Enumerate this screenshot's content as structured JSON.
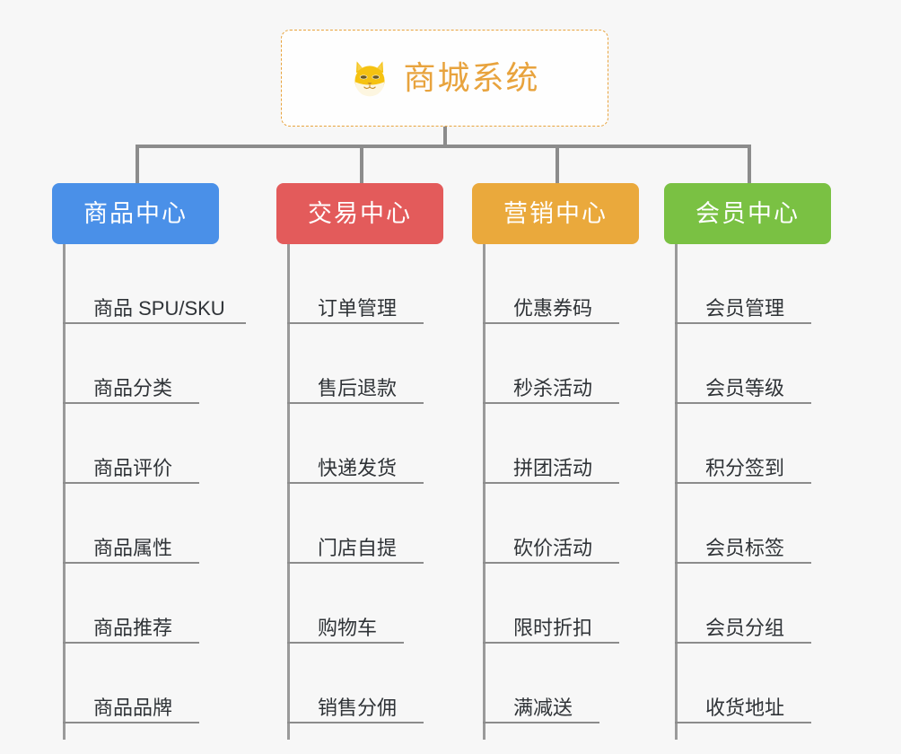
{
  "root": {
    "title": "商城系统",
    "icon": "shiba-dog-icon",
    "accent_color": "#e8a33d",
    "border_style": "dashed"
  },
  "columns": [
    {
      "label": "商品中心",
      "color": "#4a90e8",
      "items": [
        {
          "label": "商品 SPU/SKU",
          "rule_width": 204
        },
        {
          "label": "商品分类",
          "rule_width": 152
        },
        {
          "label": "商品评价",
          "rule_width": 152
        },
        {
          "label": "商品属性",
          "rule_width": 152
        },
        {
          "label": "商品推荐",
          "rule_width": 152
        },
        {
          "label": "商品品牌",
          "rule_width": 152
        }
      ]
    },
    {
      "label": "交易中心",
      "color": "#e35b5b",
      "items": [
        {
          "label": "订单管理",
          "rule_width": 152
        },
        {
          "label": "售后退款",
          "rule_width": 152
        },
        {
          "label": "快递发货",
          "rule_width": 152
        },
        {
          "label": "门店自提",
          "rule_width": 152
        },
        {
          "label": "购物车",
          "rule_width": 130
        },
        {
          "label": "销售分佣",
          "rule_width": 152
        }
      ]
    },
    {
      "label": "营销中心",
      "color": "#eaa93c",
      "items": [
        {
          "label": "优惠券码",
          "rule_width": 152
        },
        {
          "label": "秒杀活动",
          "rule_width": 152
        },
        {
          "label": "拼团活动",
          "rule_width": 152
        },
        {
          "label": "砍价活动",
          "rule_width": 152
        },
        {
          "label": "限时折扣",
          "rule_width": 152
        },
        {
          "label": "满减送",
          "rule_width": 130
        }
      ]
    },
    {
      "label": "会员中心",
      "color": "#7ac143",
      "items": [
        {
          "label": "会员管理",
          "rule_width": 152
        },
        {
          "label": "会员等级",
          "rule_width": 152
        },
        {
          "label": "积分签到",
          "rule_width": 152
        },
        {
          "label": "会员标签",
          "rule_width": 152
        },
        {
          "label": "会员分组",
          "rule_width": 152
        },
        {
          "label": "收货地址",
          "rule_width": 152
        }
      ]
    }
  ],
  "connector_color": "#8c8c8c",
  "background_color": "#f7f7f7"
}
